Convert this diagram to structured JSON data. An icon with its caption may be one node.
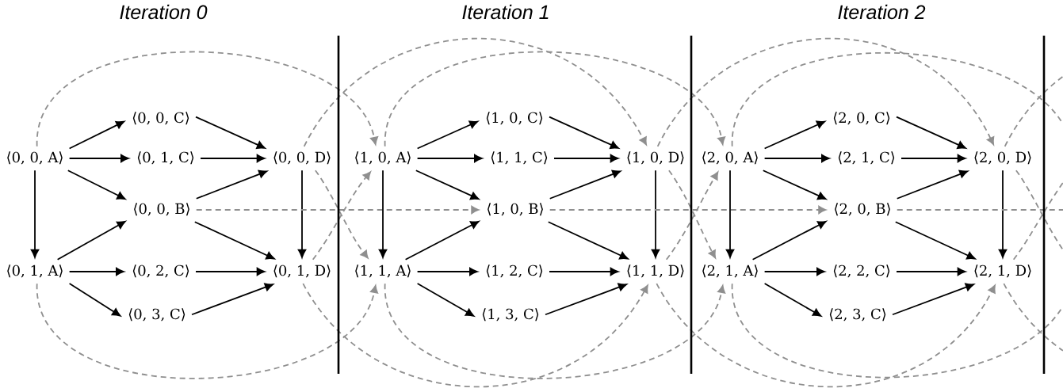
{
  "diagram": {
    "nodes": [
      {
        "text": [
          "⟨0, 0, A⟩"
        ]
      },
      {
        "text": [
          "⟨0, 0, C⟩"
        ]
      },
      {
        "text": [
          "⟨0, 1, C⟩"
        ]
      },
      {
        "text": [
          "⟨0, 0, D⟩"
        ]
      },
      {
        "text": [
          "⟨0, 0, B⟩"
        ]
      },
      {
        "text": [
          "⟨0, 1, A⟩"
        ]
      },
      {
        "text": [
          "⟨0, 2, C⟩"
        ]
      },
      {
        "text": [
          "⟨0, 3, C⟩"
        ]
      },
      {
        "text": [
          "⟨0, 1, D⟩"
        ]
      },
      {
        "text": [
          "⟨1, 0, A⟩"
        ]
      },
      {
        "text": [
          "⟨1, 0, C⟩"
        ]
      },
      {
        "text": [
          "⟨1, 1, C⟩"
        ]
      },
      {
        "text": [
          "⟨1, 0, D⟩"
        ]
      },
      {
        "text": [
          "⟨1, 0, B⟩"
        ]
      },
      {
        "text": [
          "⟨1, 1, A⟩"
        ]
      },
      {
        "text": [
          "⟨1, 2, C⟩"
        ]
      },
      {
        "text": [
          "⟨1, 3, C⟩"
        ]
      },
      {
        "text": [
          "⟨1, 1, D⟩"
        ]
      },
      {
        "text": [
          "⟨2, 0, A⟩"
        ]
      },
      {
        "text": [
          "⟨2, 0, C⟩"
        ]
      },
      {
        "text": [
          "⟨2, 1, C⟩"
        ]
      },
      {
        "text": [
          "⟨2, 0, D⟩"
        ]
      },
      {
        "text": [
          "⟨2, 0, B⟩"
        ]
      },
      {
        "text": [
          "⟨2, 1, A⟩"
        ]
      },
      {
        "text": [
          "⟨2, 2, C⟩"
        ]
      },
      {
        "text": [
          "⟨2, 3, C⟩"
        ]
      },
      {
        "text": [
          "⟨2, 1, D⟩"
        ]
      }
    ],
    "edges": [
      {
        "from": 0,
        "to": 1,
        "arrow": "to"
      },
      {
        "from": 0,
        "to": 2,
        "arrow": "to"
      },
      {
        "from": 0,
        "to": 4,
        "arrow": "to"
      },
      {
        "from": 0,
        "to": 5,
        "arrow": "to"
      },
      {
        "from": 1,
        "to": 3,
        "arrow": "to"
      },
      {
        "from": 2,
        "to": 3,
        "arrow": "to"
      },
      {
        "from": 4,
        "to": 3,
        "arrow": "to"
      },
      {
        "from": 3,
        "to": 8,
        "arrow": "to"
      },
      {
        "from": 5,
        "to": 4,
        "arrow": "to"
      },
      {
        "from": 5,
        "to": 6,
        "arrow": "to"
      },
      {
        "from": 5,
        "to": 7,
        "arrow": "to"
      },
      {
        "from": 4,
        "to": 8,
        "arrow": "to"
      },
      {
        "from": 6,
        "to": 8,
        "arrow": "to"
      },
      {
        "from": 7,
        "to": 8,
        "arrow": "to"
      },
      {
        "from": 0,
        "to": 9,
        "arrow": "to",
        "style": "dashed",
        "color": "#8f8f8f"
      },
      {
        "from": 3,
        "to": 12,
        "arrow": "to",
        "style": "dashed",
        "color": "#8f8f8f"
      },
      {
        "from": 3,
        "to": 14,
        "arrow": "to",
        "style": "dashed",
        "color": "#8f8f8f"
      },
      {
        "from": 8,
        "to": 9,
        "arrow": "to",
        "style": "dashed",
        "color": "#8f8f8f"
      },
      {
        "from": 4,
        "to": 13,
        "arrow": "to",
        "style": "dashed",
        "color": "#8f8f8f"
      },
      {
        "from": 5,
        "to": 14,
        "arrow": "to",
        "style": "dashed",
        "color": "#8f8f8f"
      },
      {
        "from": 8,
        "to": 17,
        "arrow": "to",
        "style": "dashed",
        "color": "#8f8f8f"
      },
      {
        "from": 9,
        "to": 10,
        "arrow": "to"
      },
      {
        "from": 9,
        "to": 11,
        "arrow": "to"
      },
      {
        "from": 9,
        "to": 13,
        "arrow": "to"
      },
      {
        "from": 9,
        "to": 14,
        "arrow": "to"
      },
      {
        "from": 10,
        "to": 12,
        "arrow": "to"
      },
      {
        "from": 11,
        "to": 12,
        "arrow": "to"
      },
      {
        "from": 13,
        "to": 12,
        "arrow": "to"
      },
      {
        "from": 12,
        "to": 17,
        "arrow": "to"
      },
      {
        "from": 14,
        "to": 13,
        "arrow": "to"
      },
      {
        "from": 14,
        "to": 15,
        "arrow": "to"
      },
      {
        "from": 14,
        "to": 16,
        "arrow": "to"
      },
      {
        "from": 13,
        "to": 17,
        "arrow": "to"
      },
      {
        "from": 15,
        "to": 17,
        "arrow": "to"
      },
      {
        "from": 16,
        "to": 17,
        "arrow": "to"
      },
      {
        "from": 9,
        "to": 18,
        "arrow": "to",
        "style": "dashed",
        "color": "#8f8f8f"
      },
      {
        "from": 12,
        "to": 21,
        "arrow": "to",
        "style": "dashed",
        "color": "#8f8f8f"
      },
      {
        "from": 12,
        "to": 23,
        "arrow": "to",
        "style": "dashed",
        "color": "#8f8f8f"
      },
      {
        "from": 17,
        "to": 18,
        "arrow": "to",
        "style": "dashed",
        "color": "#8f8f8f"
      },
      {
        "from": 13,
        "to": 22,
        "arrow": "to",
        "style": "dashed",
        "color": "#8f8f8f"
      },
      {
        "from": 14,
        "to": 23,
        "arrow": "to",
        "style": "dashed",
        "color": "#8f8f8f"
      },
      {
        "from": 17,
        "to": 26,
        "arrow": "to",
        "style": "dashed",
        "color": "#8f8f8f"
      },
      {
        "from": 18,
        "to": 19,
        "arrow": "to"
      },
      {
        "from": 18,
        "to": 20,
        "arrow": "to"
      },
      {
        "from": 18,
        "to": 22,
        "arrow": "to"
      },
      {
        "from": 18,
        "to": 23,
        "arrow": "to"
      },
      {
        "from": 19,
        "to": 21,
        "arrow": "to"
      },
      {
        "from": 20,
        "to": 21,
        "arrow": "to"
      },
      {
        "from": 22,
        "to": 21,
        "arrow": "to"
      },
      {
        "from": 21,
        "to": 26,
        "arrow": "to"
      },
      {
        "from": 23,
        "to": 22,
        "arrow": "to"
      },
      {
        "from": 23,
        "to": 24,
        "arrow": "to"
      },
      {
        "from": 23,
        "to": 25,
        "arrow": "to"
      },
      {
        "from": 22,
        "to": 26,
        "arrow": "to"
      },
      {
        "from": 24,
        "to": 26,
        "arrow": "to"
      },
      {
        "from": 25,
        "to": 26,
        "arrow": "to"
      },
      {
        "from": 18,
        "to": null,
        "arrow": "none",
        "style": "dashed",
        "color": "#8f8f8f"
      },
      {
        "from": 21,
        "to": null,
        "arrow": "none",
        "style": "dashed",
        "color": "#8f8f8f"
      },
      {
        "from": 21,
        "to": null,
        "arrow": "none",
        "style": "dashed",
        "color": "#8f8f8f"
      },
      {
        "from": 26,
        "to": null,
        "arrow": "none",
        "style": "dashed",
        "color": "#8f8f8f"
      },
      {
        "from": 22,
        "to": null,
        "arrow": "none",
        "style": "dashed",
        "color": "#8f8f8f"
      },
      {
        "from": 23,
        "to": null,
        "arrow": "none",
        "style": "dashed",
        "color": "#8f8f8f"
      },
      {
        "from": 26,
        "to": null,
        "arrow": "none",
        "style": "dashed",
        "color": "#8f8f8f"
      }
    ],
    "labels": [
      "Iteration 0",
      "Iteration 1",
      "Iteration 2"
    ]
  }
}
